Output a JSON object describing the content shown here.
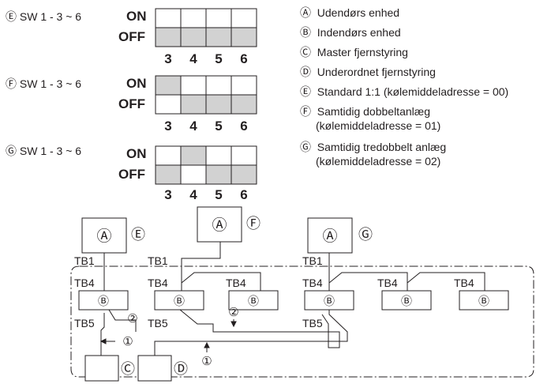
{
  "switch_settings": [
    {
      "marker": "Ⓔ",
      "label": "SW 1 - 3 ~ 6",
      "on_label": "ON",
      "off_label": "OFF",
      "switches": [
        "3",
        "4",
        "5",
        "6"
      ],
      "on_states": [
        false,
        false,
        false,
        false
      ]
    },
    {
      "marker": "Ⓕ",
      "label": "SW 1 - 3 ~ 6",
      "on_label": "ON",
      "off_label": "OFF",
      "switches": [
        "3",
        "4",
        "5",
        "6"
      ],
      "on_states": [
        true,
        false,
        false,
        false
      ]
    },
    {
      "marker": "Ⓖ",
      "label": "SW 1 - 3 ~ 6",
      "on_label": "ON",
      "off_label": "OFF",
      "switches": [
        "3",
        "4",
        "5",
        "6"
      ],
      "on_states": [
        false,
        true,
        false,
        false
      ]
    }
  ],
  "legend": [
    {
      "marker": "Ⓐ",
      "text": "Udendørs enhed"
    },
    {
      "marker": "Ⓑ",
      "text": "Indendørs enhed"
    },
    {
      "marker": "Ⓒ",
      "text": "Master fjernstyring"
    },
    {
      "marker": "Ⓓ",
      "text": "Underordnet fjernstyring"
    },
    {
      "marker": "Ⓔ",
      "text": "Standard 1:1 (kølemiddeladresse = 00)"
    },
    {
      "marker": "Ⓕ",
      "text": "Samtidig dobbeltanlæg",
      "text2": "(kølemiddeladresse = 01)"
    },
    {
      "marker": "Ⓖ",
      "text": "Samtidig tredobbelt anlæg",
      "text2": "(kølemiddeladresse = 02)"
    }
  ],
  "diagram": {
    "outdoor_marker": "Ⓐ",
    "indoor_marker": "Ⓑ",
    "master_marker": "Ⓒ",
    "sub_marker": "Ⓓ",
    "system_markers": [
      "Ⓔ",
      "Ⓕ",
      "Ⓖ"
    ],
    "tb1": "TB1",
    "tb4": "TB4",
    "tb5": "TB5",
    "wire_1": "①",
    "wire_2": "②"
  },
  "colors": {
    "switch_fill": "#d2d2d2",
    "line": "#231f20"
  }
}
